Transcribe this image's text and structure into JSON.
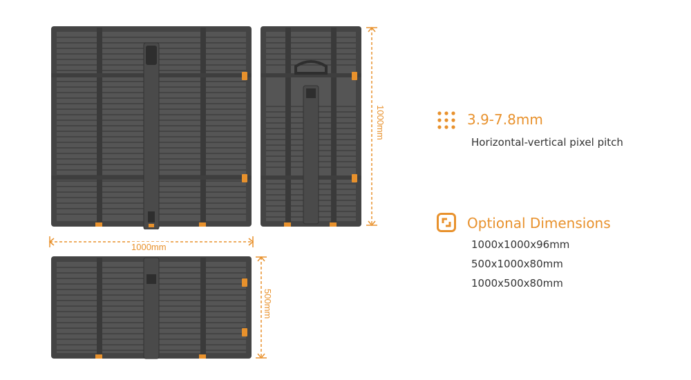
{
  "colors": {
    "accent": "#e8912c",
    "panel_dark": "#3b3b3b",
    "panel_mid": "#5a5a5a",
    "text": "#333333"
  },
  "dimensions": {
    "width_top": "1000mm",
    "height_right": "1000mm",
    "height_bottom": "500mm"
  },
  "specs": {
    "pitch": {
      "icon": "dot-grid-icon",
      "title": "3.9-7.8mm",
      "description": "Horizontal-vertical pixel pitch"
    },
    "sizes": {
      "icon": "resize-square-icon",
      "title": "Optional Dimensions",
      "options": [
        "1000x1000x96mm",
        "500x1000x80mm",
        "1000x500x80mm"
      ]
    }
  }
}
